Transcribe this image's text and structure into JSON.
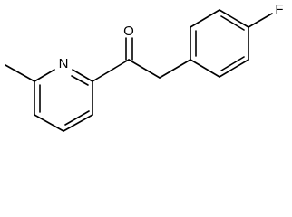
{
  "molecule": {
    "atoms": {
      "oxygen": "O",
      "nitrogen": "N",
      "fluorine": "F"
    }
  }
}
